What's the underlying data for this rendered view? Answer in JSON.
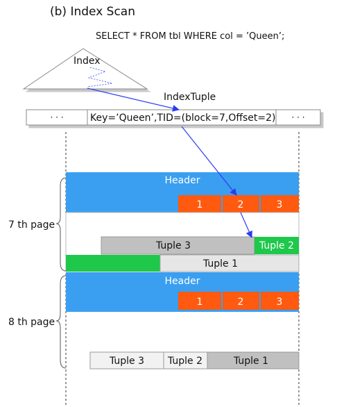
{
  "title": "(b) Index Scan",
  "query": "SELECT * FROM tbl WHERE  col = ’Queen’;",
  "index_label": "Index",
  "index_tuple_label": "IndexTuple",
  "index_row": {
    "left": "·  ·  ·",
    "entry": "Key=’Queen’,TID=(block=7,Offset=2)",
    "right": "·  ·  ·"
  },
  "pages": [
    {
      "label": "7 th page",
      "header": "Header",
      "pointers": [
        "1",
        "2",
        "3"
      ],
      "tuple_a": "Tuple 3",
      "tuple_b": "Tuple  2",
      "tuple_c": "Tuple 1"
    },
    {
      "label": "8 th page",
      "header": "Header",
      "pointers": [
        "1",
        "2",
        "3"
      ],
      "tuple_a": "Tuple 3",
      "tuple_b": "Tuple  2",
      "tuple_c": "Tuple 1"
    }
  ],
  "colors": {
    "header": "#3a9ff0",
    "pointer": "#ff5a10",
    "target_tuple": "#1ec84a",
    "tuple": "#c0c0c0",
    "tuple_light": "#e6e6e6",
    "arrow": "#2a3cf0"
  }
}
